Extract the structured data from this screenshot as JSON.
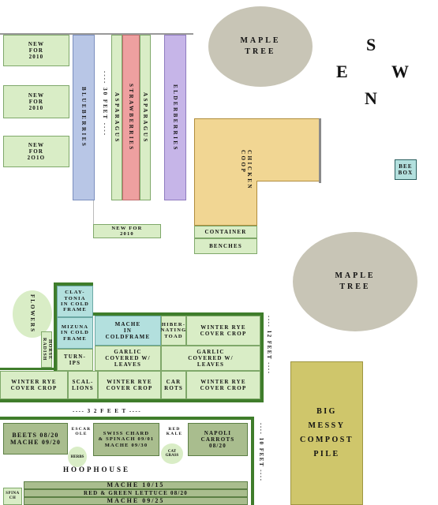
{
  "new2010": "NEW\nFOR\n2010",
  "new2010_small": "NEW\nFOR\n2010",
  "new2010_third": "NEW\nFOR\n2o1o",
  "blueberries": "BLUEBERRIES",
  "thirty_feet": "---- 30 FEET ----",
  "asparagus1": "ASPARAGUS",
  "strawberries": "STRAWBERRIES",
  "asparagus2": "ASPARAGUS",
  "elderberries": "ELDERBERRIES",
  "new_for_2010_bed": "NEW FOR\n2010",
  "maple_tree_top": "MAPLE\nTREE",
  "maple_tree_right": "MAPLE\nTREE",
  "compass": {
    "s": "S",
    "e": "E",
    "w": "W",
    "n": "N"
  },
  "chicken_coop": "CHICKEN\nCOOP",
  "container": "CONTAINER",
  "benches": "BENCHES",
  "bee_box": "BEE\nBOX",
  "flowers": "FLOWERS",
  "horse_radish": "HORSE\nRADISH",
  "claytonia": "CLAY-\nTONIA\nIN COLD\nFRAME",
  "mizuna": "MIZUNA\nIN COLD\nFRAME",
  "turnips": "TURN-\nIPS",
  "mache_coldframe": "MACHE\nIN\nCOLDFRAME",
  "hibernating_toad": "HIBER-\nNATING\nTOAD",
  "winter_rye_1": "WINTER RYE\nCOVER CROP",
  "garlic_1": "GARLIC\nCOVERED W/\nLEAVES",
  "garlic_2": "GARLIC\nCOVERED W/\nLEAVES",
  "twelve_feet": "---- 12 FEET ----",
  "winter_rye_2": "WINTER RYE\nCOVER CROP",
  "scallions": "SCAL-\nLIONS",
  "winter_rye_3": "WINTER RYE\nCOVER CROP",
  "carrots": "CAR\nROTS",
  "winter_rye_4": "WINTER RYE\nCOVER CROP",
  "thirty_two_feet": "---- 3 2  F E E T ----",
  "beets": "BEETS 08/20\nMACHE 09/20",
  "escarole": "ESCAR\nOLE",
  "herbs": "HERBS",
  "swiss_chard": "SWISS CHARD\n& SPINACH 09/01\nMACHE 09/30",
  "red_kale": "RED\nKALE",
  "cat_grass": "CAT\nGRASS",
  "napoli_carrots": "NAPOLI\nCARROTS\n08/20",
  "ten_feet": "---- 10 FEET ----",
  "hoophouse": "HOOPHOUSE",
  "mache_row1": "MACHE  10/15",
  "red_green_lettuce": "RED & GREEN LETTUCE 08/20",
  "mache_row3": "MACHE 09/25",
  "spina_cb": "SPINA\nCH",
  "compost": "BIG\nMESSY\nCOMPOST\nPILE"
}
